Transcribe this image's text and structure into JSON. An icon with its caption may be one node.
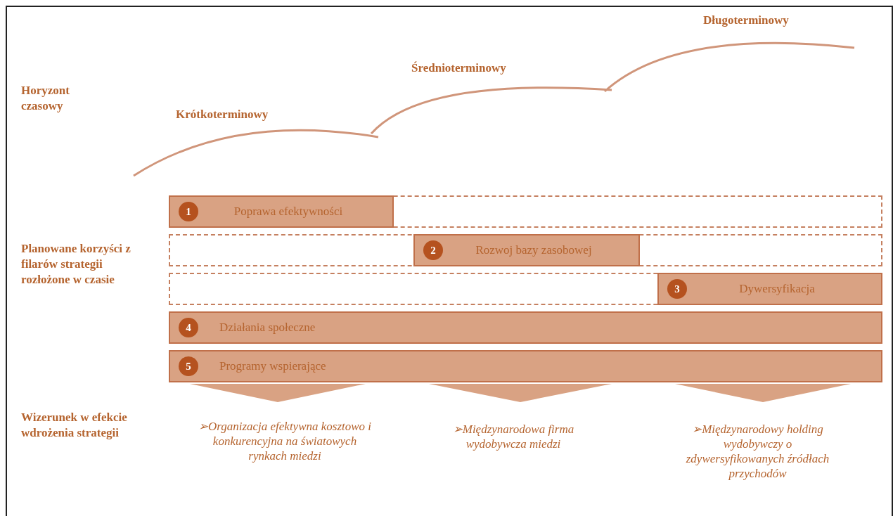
{
  "diagram": {
    "nodes": [
      {
        "text": [],
        "shape": "box"
      },
      {
        "text": [
          "1",
          "Poprawa efektywności"
        ],
        "in": 0
      },
      {
        "text": [],
        "shape": "box"
      },
      {
        "text": [
          "2",
          "Rozwoj bazy zasobowej"
        ],
        "in": 2
      },
      {
        "text": [],
        "shape": "box"
      },
      {
        "text": [
          "3",
          "Dywersyfikacja"
        ],
        "in": 4
      },
      {
        "text": [
          "4",
          "Działania społeczne"
        ]
      },
      {
        "text": [
          "5",
          "Programy wspierające"
        ]
      }
    ],
    "edges": [],
    "labels": [
      "Długoterminowy",
      "Horyzont czasowy",
      "Średnioterminowy",
      "Krótkoterminowy",
      "Planowane korzyści z filarów strategii rozłożone w czasie",
      "Wizerunek w efekcie wdrożenia strategii",
      "➢Organizacja efektywna kosztowo i konkurencyjna na światowych rynkach miedzi",
      "➢Międzynarodowa firma wydobywcza miedzi",
      "➢Międzynarodowy holding wydobywczy o zdywersyfikowanych źródłach przychodów"
    ]
  }
}
